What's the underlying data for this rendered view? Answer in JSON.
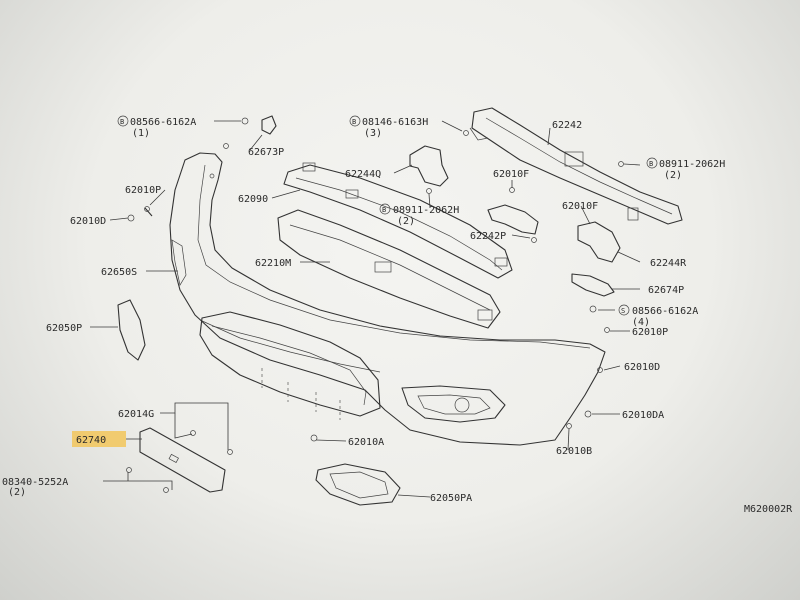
{
  "diagram": {
    "ref_code": "M620002R",
    "labels": {
      "p08566_6162A_top": "08566-6162A",
      "p08566_6162A_top_qty": "(1)",
      "p62673P": "62673P",
      "p08146_6163H": "08146-6163H",
      "p08146_6163H_qty": "(3)",
      "p62242": "62242",
      "p08911_2062H_right": "08911-2062H",
      "p08911_2062H_right_qty": "(2)",
      "p62244Q": "62244Q",
      "p62010F_mid": "62010F",
      "p62010P_left": "62010P",
      "p62090": "62090",
      "p08911_2062H_mid": "08911-2062H",
      "p08911_2062H_mid_qty": "(2)",
      "p62010D_left": "62010D",
      "p62242P": "62242P",
      "p62010F_right": "62010F",
      "p62210M": "62210M",
      "p62244R": "62244R",
      "p62650S": "62650S",
      "p62674P": "62674P",
      "p08566_6162A_right": "08566-6162A",
      "p08566_6162A_right_qty": "(4)",
      "p62050P": "62050P",
      "p62010P_right": "62010P",
      "p62010D_right": "62010D",
      "p62014G": "62014G",
      "p62010DA": "62010DA",
      "p62740": "62740",
      "p62010A": "62010A",
      "p62010B": "62010B",
      "p08340_5252A": "08340-5252A",
      "p08340_5252A_qty": "(2)",
      "p62050PA": "62050PA",
      "circle_B": "B",
      "circle_S": "S"
    }
  }
}
